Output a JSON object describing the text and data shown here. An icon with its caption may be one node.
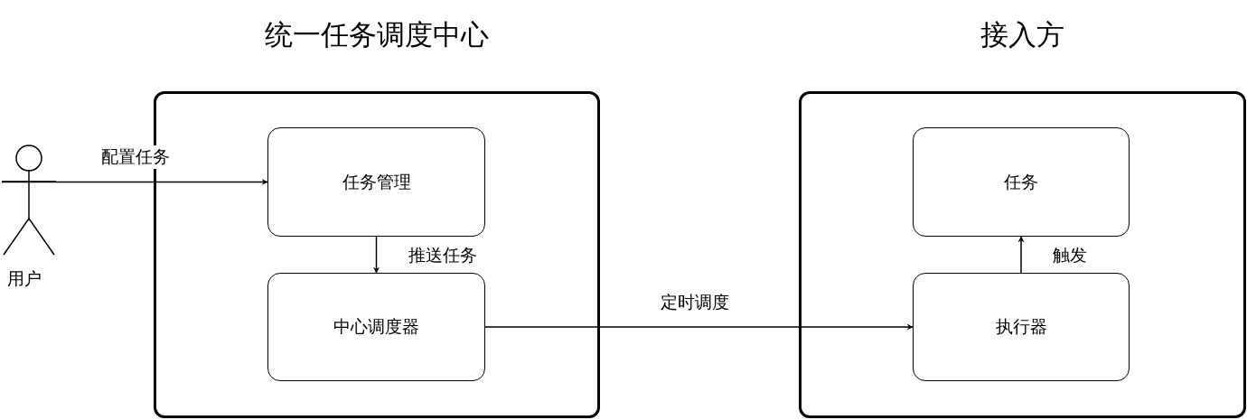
{
  "diagram": {
    "nodes": [
      {
        "text": [
          "用户"
        ]
      },
      {
        "text": [
          "统一任务调度中心"
        ]
      },
      {
        "text": [
          "任务管理"
        ],
        "in": 1
      },
      {
        "text": [
          "中心调度器"
        ],
        "in": 1
      },
      {
        "text": [
          "接入方"
        ]
      },
      {
        "text": [
          "任务"
        ],
        "in": 4
      },
      {
        "text": [
          "执行器"
        ],
        "in": 4
      }
    ],
    "edges": [
      {
        "from": 0,
        "to": 2,
        "arrow": "to",
        "label": "配置任务"
      },
      {
        "from": 2,
        "to": 3,
        "arrow": "to",
        "label": "推送任务"
      },
      {
        "from": 3,
        "to": 6,
        "arrow": "to",
        "label": "定时调度"
      },
      {
        "from": 6,
        "to": 5,
        "arrow": "to",
        "label": "触发"
      }
    ]
  }
}
